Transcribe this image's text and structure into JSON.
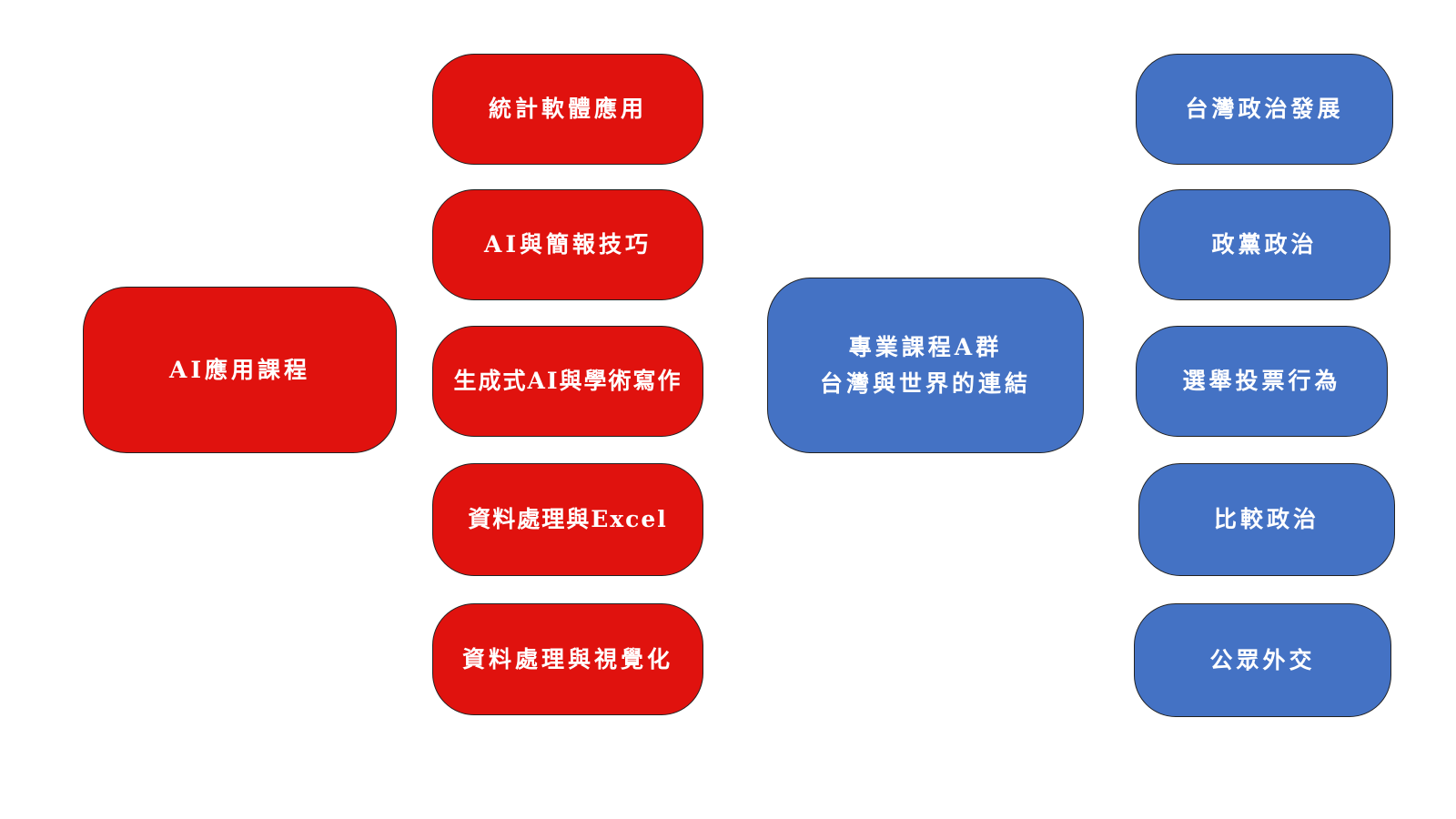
{
  "colors": {
    "red": "#e0120e",
    "blue": "#4472c4"
  },
  "ai_group": {
    "main": "AI應用課程",
    "items": [
      "統計軟體應用",
      "AI與簡報技巧",
      "生成式AI與學術寫作",
      "資料處理與Excel",
      "資料處理與視覺化"
    ]
  },
  "professional_group": {
    "main_line1": "專業課程A群",
    "main_line2": "台灣與世界的連結",
    "items": [
      "台灣政治發展",
      "政黨政治",
      "選舉投票行為",
      "比較政治",
      "公眾外交"
    ]
  }
}
